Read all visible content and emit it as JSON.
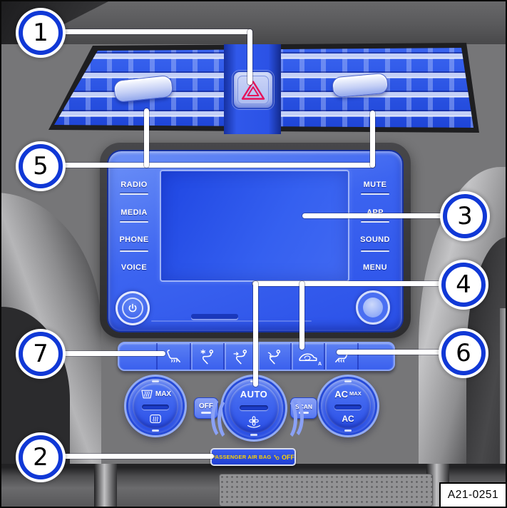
{
  "callouts": {
    "c1": "1",
    "c2": "2",
    "c3": "3",
    "c4": "4",
    "c5": "5",
    "c6": "6",
    "c7": "7"
  },
  "infotainment": {
    "left_keys": [
      "RADIO",
      "MEDIA",
      "PHONE",
      "VOICE"
    ],
    "right_keys": [
      "MUTE",
      "APP",
      "SOUND",
      "MENU"
    ]
  },
  "climate": {
    "auto_label": "AUTO",
    "off_label": "OFF",
    "scan_label": "SCAN",
    "defrost_max_label": "MAX",
    "ac_max_main": "AC",
    "ac_max_sub": "MAX",
    "ac_bottom_label": "AC",
    "recirc_auto_label": "A"
  },
  "airbag_indicator": {
    "label": "PASSENGER AIR BAG",
    "status": "OFF"
  },
  "figure_code": "A21-0251",
  "colors": {
    "console_blue": "#3560f0",
    "hazard_red": "#e8135c",
    "indicator_yellow": "#ffd400",
    "callout_ring_blue": "#1038d6"
  }
}
